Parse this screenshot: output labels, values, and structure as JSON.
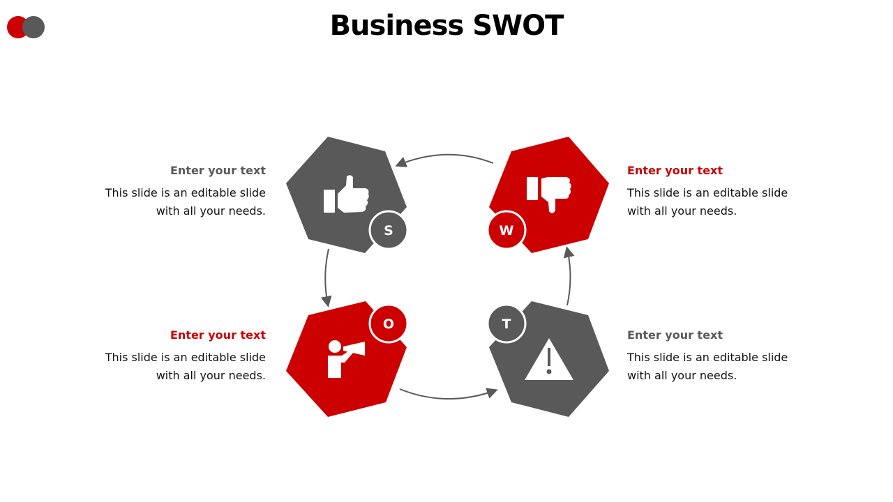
{
  "title": "Business SWOT",
  "colors": {
    "red": "#CC0000",
    "gray": "#595959"
  },
  "items": [
    {
      "letter": "S",
      "heading": "Enter your text",
      "body1": "This slide is an editable slide",
      "body2": "with all your needs.",
      "icon": "thumbs-up-icon"
    },
    {
      "letter": "W",
      "heading": "Enter your text",
      "body1": "This slide is an editable slide",
      "body2": "with all your needs.",
      "icon": "thumbs-down-icon"
    },
    {
      "letter": "O",
      "heading": "Enter your text",
      "body1": "This slide is an editable slide",
      "body2": "with all your needs.",
      "icon": "megaphone-person-icon"
    },
    {
      "letter": "T",
      "heading": "Enter your text",
      "body1": "This slide is an editable slide",
      "body2": "with all your needs.",
      "icon": "warning-icon"
    }
  ]
}
